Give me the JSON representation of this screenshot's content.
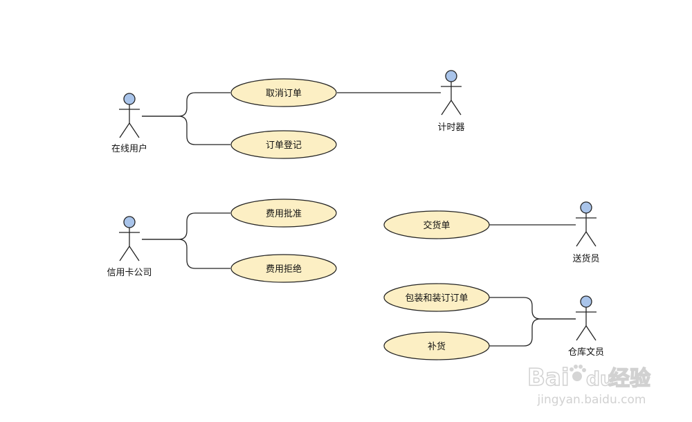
{
  "colors": {
    "usecase_fill": "#fcefc4",
    "usecase_stroke": "#222222",
    "actor_head_fill": "#a9c4ea",
    "line": "#222222",
    "watermark": "#d6d6d6"
  },
  "actors": {
    "online_user": "在线用户",
    "timer": "计时器",
    "credit_company": "信用卡公司",
    "courier": "送货员",
    "warehouse_clerk": "仓库文员"
  },
  "usecases": {
    "cancel_order": "取消订单",
    "order_register": "订单登记",
    "fee_approve": "费用批准",
    "fee_reject": "费用拒绝",
    "delivery_note": "交货单",
    "pack_bind": "包装和装订订单",
    "restock": "补货"
  },
  "watermark": {
    "brand_left": "Bai",
    "brand_right": "du",
    "brand_cn": "经验",
    "url": "jingyan.baidu.com"
  }
}
